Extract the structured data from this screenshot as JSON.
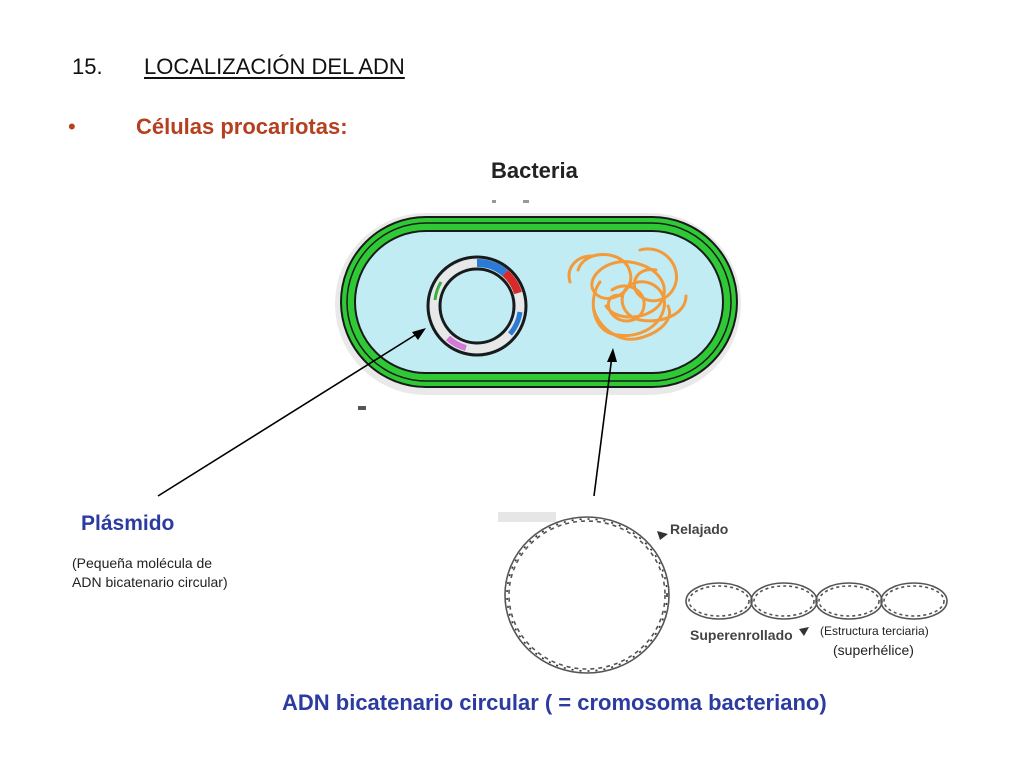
{
  "title": {
    "number": "15.",
    "text": "LOCALIZACIÓN DEL ADN"
  },
  "bullet": {
    "symbol": "•",
    "text": "Células procariotas:"
  },
  "bacteria": {
    "label": "Bacteria"
  },
  "plasmid": {
    "label": "Plásmido",
    "description": "(Pequeña molécula de ADN bicatenario circular)"
  },
  "dna_forms": {
    "relaxed_label": "Relajado",
    "supercoiled_label": "Superenrollado",
    "tertiary_label": "(Estructura terciaria)",
    "superhelix_label": "(superhélice)"
  },
  "caption": "ADN bicatenario circular ( = cromosoma bacteriano)",
  "colors": {
    "title_accent": "#b5401f",
    "label_blue": "#2c3ba0",
    "cell_wall": "#2fc936",
    "cytoplasm": "#c2ecf4",
    "chromosome": "#f39a3a"
  }
}
